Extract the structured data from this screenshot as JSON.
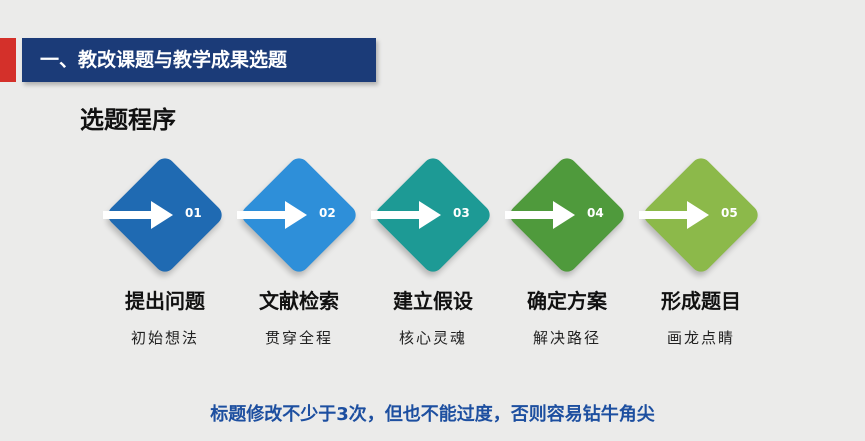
{
  "header": {
    "title": "一、教改课题与教学成果选题"
  },
  "subtitle": "选题程序",
  "steps": [
    {
      "number": "01",
      "title": "提出问题",
      "desc": "初始想法",
      "color": "#1f6ab2"
    },
    {
      "number": "02",
      "title": "文献检索",
      "desc": "贯穿全程",
      "color": "#2e8fd9"
    },
    {
      "number": "03",
      "title": "建立假设",
      "desc": "核心灵魂",
      "color": "#1d9a95"
    },
    {
      "number": "04",
      "title": "确定方案",
      "desc": "解决路径",
      "color": "#4f9a3c"
    },
    {
      "number": "05",
      "title": "形成题目",
      "desc": "画龙点睛",
      "color": "#8cb94a"
    }
  ],
  "footer": "标题修改不少于3次，但也不能过度，否则容易钻牛角尖",
  "colors": {
    "accent_red": "#d4302a",
    "banner": "#1b3b78",
    "footer_text": "#1d4fa0"
  },
  "icons": {
    "step_icon": "arrow-right-icon"
  }
}
